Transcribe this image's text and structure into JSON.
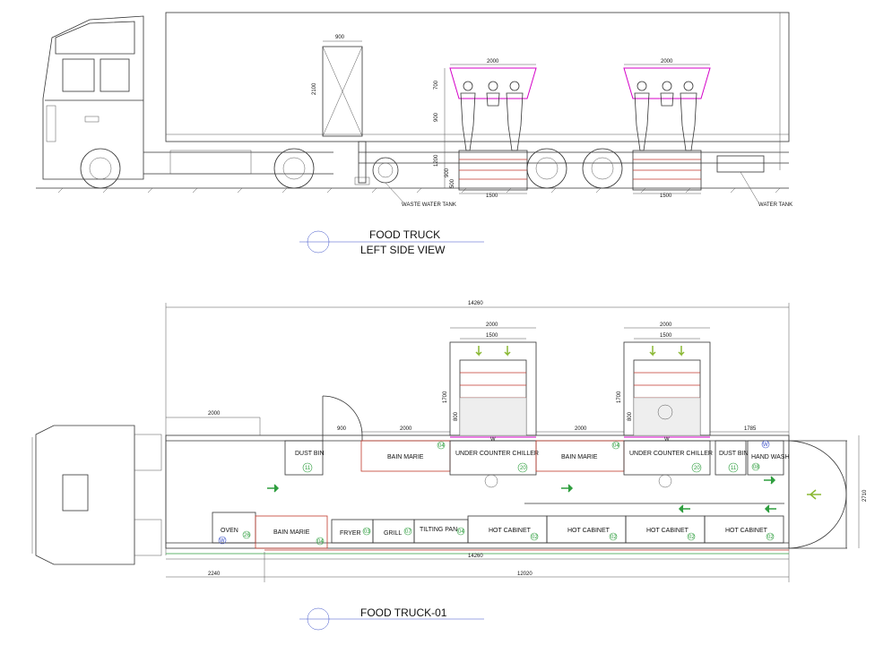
{
  "side_view": {
    "title": "FOOD TRUCK",
    "subtitle": "LEFT SIDE VIEW",
    "dims": [
      "900",
      "2100",
      "2000",
      "2000",
      "700",
      "900",
      "1200",
      "900",
      "500",
      "1500",
      "1500"
    ],
    "labels": {
      "waste": "WASTE WATER TANK",
      "water": "WATER TANK"
    }
  },
  "plan_view": {
    "title": "FOOD TRUCK-01",
    "dims": {
      "overall_top": "14260",
      "overall_bottom": "14260",
      "left_bottom": "2240",
      "right_bottom": "12020",
      "left_top": "2000",
      "door": "900",
      "seg1": "2000",
      "seg2": "2000",
      "seg3": "1785",
      "window1_outer": "2000",
      "window1_inner": "1500",
      "window2_outer": "2000",
      "window2_inner": "1500",
      "window_depth1": "1700",
      "window_depth2": "1700",
      "window_sub1": "800",
      "window_sub2": "800",
      "width": "2710"
    },
    "top_items": [
      {
        "name": "DUST BIN",
        "num": "11"
      },
      {
        "name": "BAIN MARIE",
        "num": "04"
      },
      {
        "name": "UNDER COUNTER CHILLER",
        "num": "20"
      },
      {
        "name": "BAIN MARIE",
        "num": "04"
      },
      {
        "name": "UNDER COUNTER CHILLER",
        "num": "20"
      },
      {
        "name": "DUST BIN",
        "num": "11"
      },
      {
        "name": "HAND WASH",
        "num": "08"
      }
    ],
    "bottom_items": [
      {
        "name": "OVEN",
        "num": "26"
      },
      {
        "name": "BAIN MARIE",
        "num": "04"
      },
      {
        "name": "FRYER",
        "num": "03"
      },
      {
        "name": "GRILL",
        "num": "07"
      },
      {
        "name": "TILTING PAN",
        "num": "04"
      },
      {
        "name": "HOT CABINET",
        "num": "02"
      },
      {
        "name": "HOT CABINET",
        "num": "02"
      },
      {
        "name": "HOT CABINET",
        "num": "02"
      },
      {
        "name": "HOT CABINET",
        "num": "02"
      }
    ],
    "marks": {
      "water": "W"
    }
  },
  "colors": {
    "accent_red": "#c0392b",
    "accent_magenta": "#d400c8",
    "accent_green": "#2e9e3e",
    "arrow_green": "#8ab833",
    "circle_blue": "#3a4fc8"
  }
}
